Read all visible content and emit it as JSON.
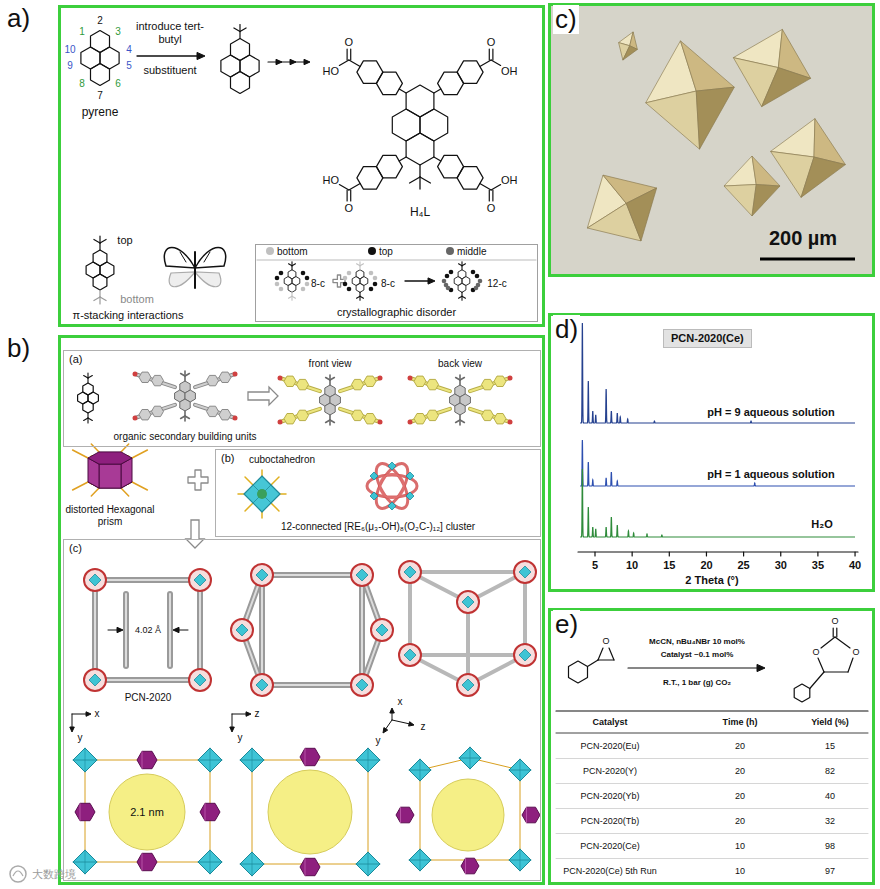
{
  "diagram": {
    "nodes": [
      {
        "text": [
          "a)"
        ]
      },
      {
        "text": [
          "crystallographic disorder"
        ],
        "in": 0
      },
      {
        "text": [
          "b)"
        ]
      },
      {
        "text": [
          "(a)"
        ],
        "in": 2
      },
      {
        "text": [
          "(b)"
        ],
        "in": 2
      },
      {
        "text": [
          "(c)"
        ],
        "in": 2
      },
      {
        "text": [
          "c)"
        ]
      },
      {
        "text": [
          "d)"
        ]
      },
      {
        "text": [
          "PCN-2020(Ce)"
        ],
        "in": 7
      },
      {
        "text": [
          "e)"
        ]
      }
    ],
    "labels": [
      "2",
      "1",
      "3",
      "10",
      "4",
      "9",
      "5",
      "8",
      "6",
      "7",
      "pyrene",
      "introduce tert-butyl",
      "substituent",
      "O",
      "HO",
      "O",
      "OH",
      "O",
      "HO",
      "O",
      "OH",
      "H₄L",
      "top",
      "bottom",
      "π-stacking interactions",
      "8-c",
      "8-c",
      "12-c",
      "organic secondary building units",
      "front view",
      "back view",
      "distorted Hexagonal prism",
      "cuboctahedron",
      "12-connected [RE₆(μ₃-OH)₈(O₂C-)₁₂] cluster",
      "4.02 Å",
      "PCN-2020",
      "x",
      "y",
      "z",
      "y",
      "x",
      "y",
      "z",
      "2.1 nm",
      "200 µm",
      "pH = 9 aqueous solution",
      "pH = 1 aqueous solution",
      "H₂O",
      "5",
      "10",
      "15",
      "20",
      "25",
      "30",
      "35",
      "40",
      "2 Theta (°)",
      "O",
      "McCN, nBu₄NBr 10 mol%",
      "Catalyst ~0.1 mol%",
      "R.T., 1 bar (g) CO₂",
      "O",
      "O",
      "O",
      "Catalyst",
      "Time (h)",
      "Yield (%)",
      "PCN-2020(Eu)",
      "20",
      "15",
      "PCN-2020(Y)",
      "20",
      "82",
      "PCN-2020(Yb)",
      "20",
      "40",
      "PCN-2020(Tb)",
      "20",
      "32",
      "PCN-2020(Ce)",
      "10",
      "98",
      "PCN-2020(Ce) 5th Run",
      "10",
      "97",
      "大数跨境"
    ],
    "legend": [
      {
        "text": "bottom",
        "color": "#c0c0c0"
      },
      {
        "text": "top",
        "color": "#111111"
      },
      {
        "text": "middle",
        "color": "#666666"
      }
    ]
  }
}
